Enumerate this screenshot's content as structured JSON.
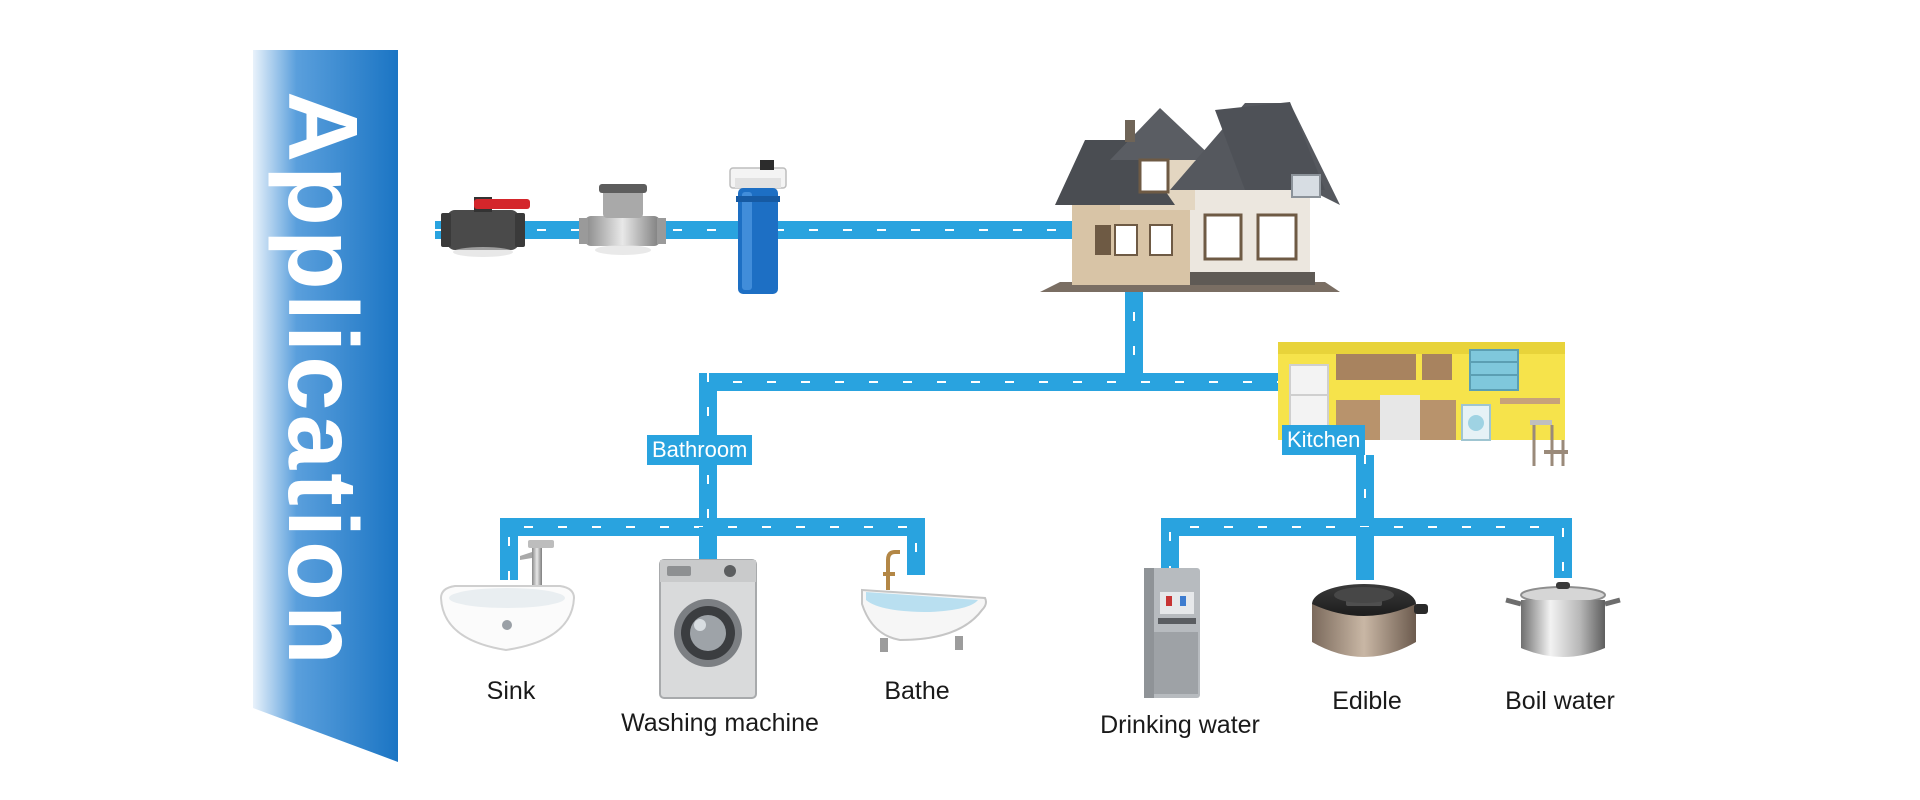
{
  "banner": {
    "title": "Application"
  },
  "branches": {
    "bathroom_label": "Bathroom",
    "kitchen_label": "Kitchen"
  },
  "uses": {
    "sink": "Sink",
    "washing_machine": "Washing machine",
    "bathe": "Bathe",
    "drinking_water": "Drinking water",
    "edible": "Edible",
    "boil_water": "Boil water"
  },
  "icons": [
    "ball-valve-icon",
    "water-meter-icon",
    "filter-housing-icon",
    "house-icon",
    "kitchen-icon",
    "sink-icon",
    "washing-machine-icon",
    "bathtub-icon",
    "water-dispenser-icon",
    "rice-cooker-icon",
    "stock-pot-icon"
  ],
  "colors": {
    "banner": "#1b75c4",
    "pipe": "#29a3df",
    "tag": "#29a3df"
  }
}
